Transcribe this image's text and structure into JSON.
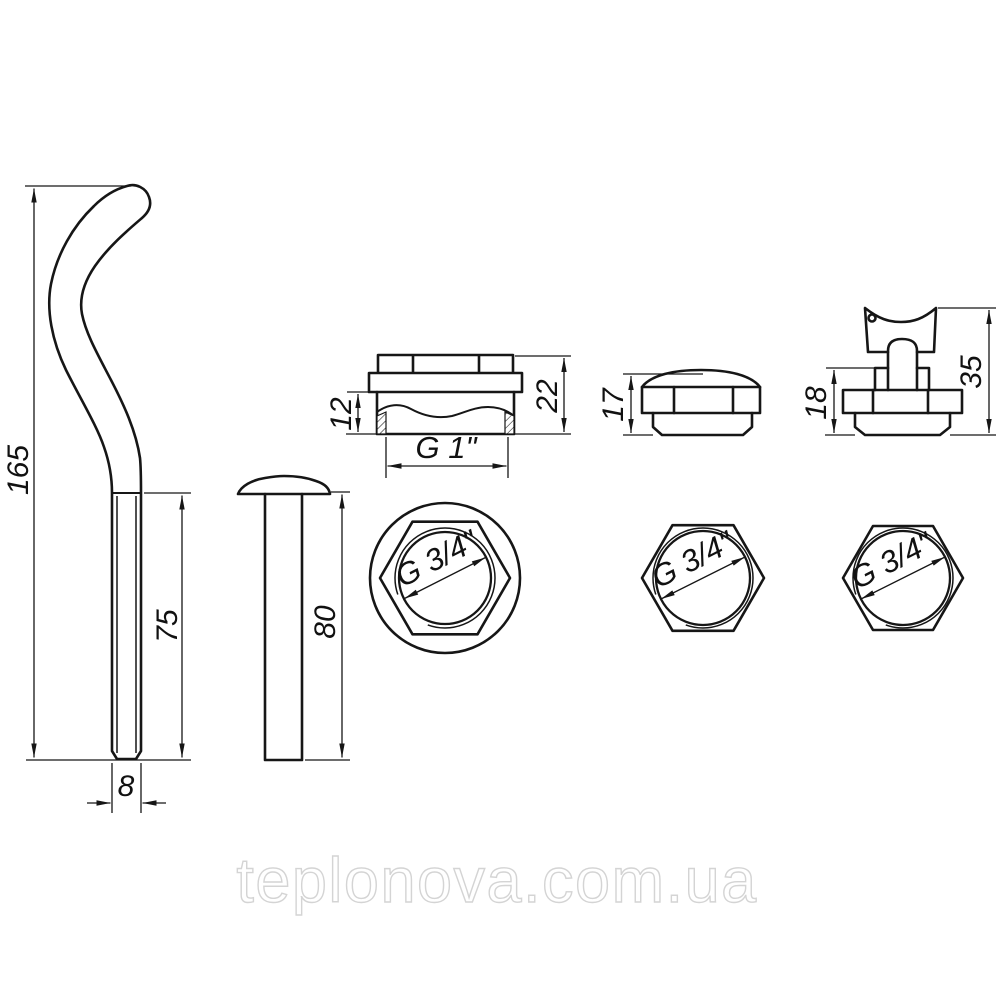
{
  "watermark": "teplonova.com.ua",
  "parts": {
    "hook": {
      "total_length": "165",
      "threaded_length": "75",
      "rod_diameter": "8"
    },
    "bolt": {
      "length": "80"
    },
    "plug_reducer": {
      "thread_depth": "12",
      "height": "22",
      "outer_thread": "G 1\"",
      "inner_thread": "G 3/4\""
    },
    "blank_plug": {
      "height": "17",
      "thread": "G 3/4\""
    },
    "air_vent": {
      "hex_height": "18",
      "total_height": "35",
      "thread": "G 3/4\""
    }
  }
}
